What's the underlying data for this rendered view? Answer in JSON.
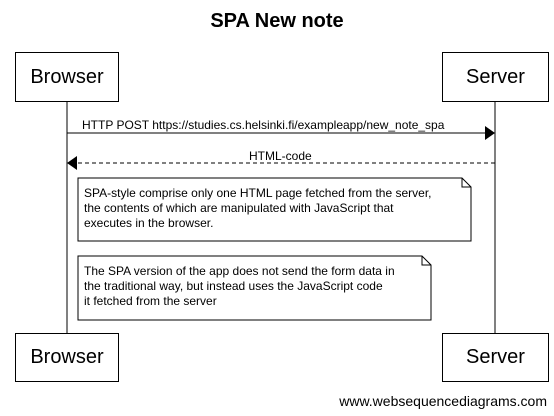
{
  "title": "SPA New note",
  "participants": {
    "browser": "Browser",
    "server": "Server"
  },
  "messages": [
    {
      "from": "Browser",
      "to": "Server",
      "label": "HTTP POST https://studies.cs.helsinki.fi/exampleapp/new_note_spa",
      "style": "solid"
    },
    {
      "from": "Server",
      "to": "Browser",
      "label": "HTML-code",
      "style": "dashed"
    }
  ],
  "notes": [
    {
      "text": "SPA-style comprise only one HTML page fetched from the server,\nthe contents of which are manipulated with JavaScript that\nexecutes in the browser."
    },
    {
      "text": "The SPA version of the app does not send the form data in\nthe traditional way, but instead uses the JavaScript code\nit fetched from the server"
    }
  ],
  "footer": "www.websequencediagrams.com"
}
